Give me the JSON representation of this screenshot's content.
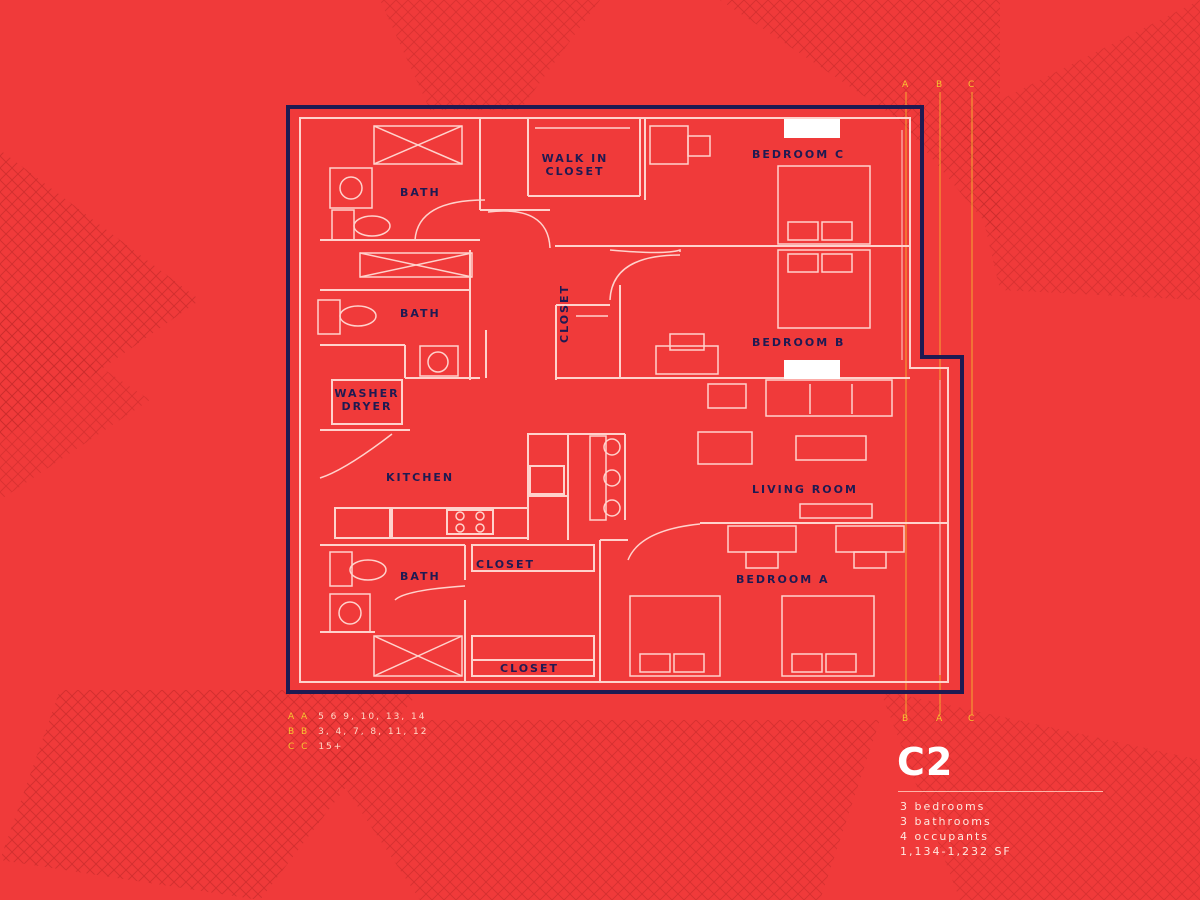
{
  "plan": {
    "rooms": {
      "walk_in_closet": "WALK IN\nCLOSET",
      "bedroom_c": "BEDROOM C",
      "bath_1": "BATH",
      "bath_2": "BATH",
      "bedroom_b": "BEDROOM B",
      "closet_b": "CLOSET",
      "washer_dryer": "WASHER\nDRYER",
      "kitchen": "KITCHEN",
      "living_room": "LIVING ROOM",
      "bath_3": "BATH",
      "closet_a1": "CLOSET",
      "bedroom_a": "BEDROOM A",
      "closet_a2": "CLOSET"
    }
  },
  "axis_markers": {
    "top": [
      "A",
      "B",
      "C"
    ],
    "bottom": [
      "B",
      "A",
      "C"
    ]
  },
  "floors_key": [
    {
      "key": "A A",
      "floors": "5 6 9, 10, 13, 14"
    },
    {
      "key": "B B",
      "floors": "3, 4, 7, 8, 11, 12"
    },
    {
      "key": "C C",
      "floors": "15+"
    }
  ],
  "unit": {
    "name": "C2",
    "bedrooms": "3 bedrooms",
    "bathrooms": "3 bathrooms",
    "occupants": "4 occupants",
    "area": "1,134-1,232 SF"
  },
  "colors": {
    "background": "#f03a3a",
    "outline_dark": "#1f1a52",
    "line_light": "#ffd2cc",
    "accent_yellow": "#f6c531"
  }
}
